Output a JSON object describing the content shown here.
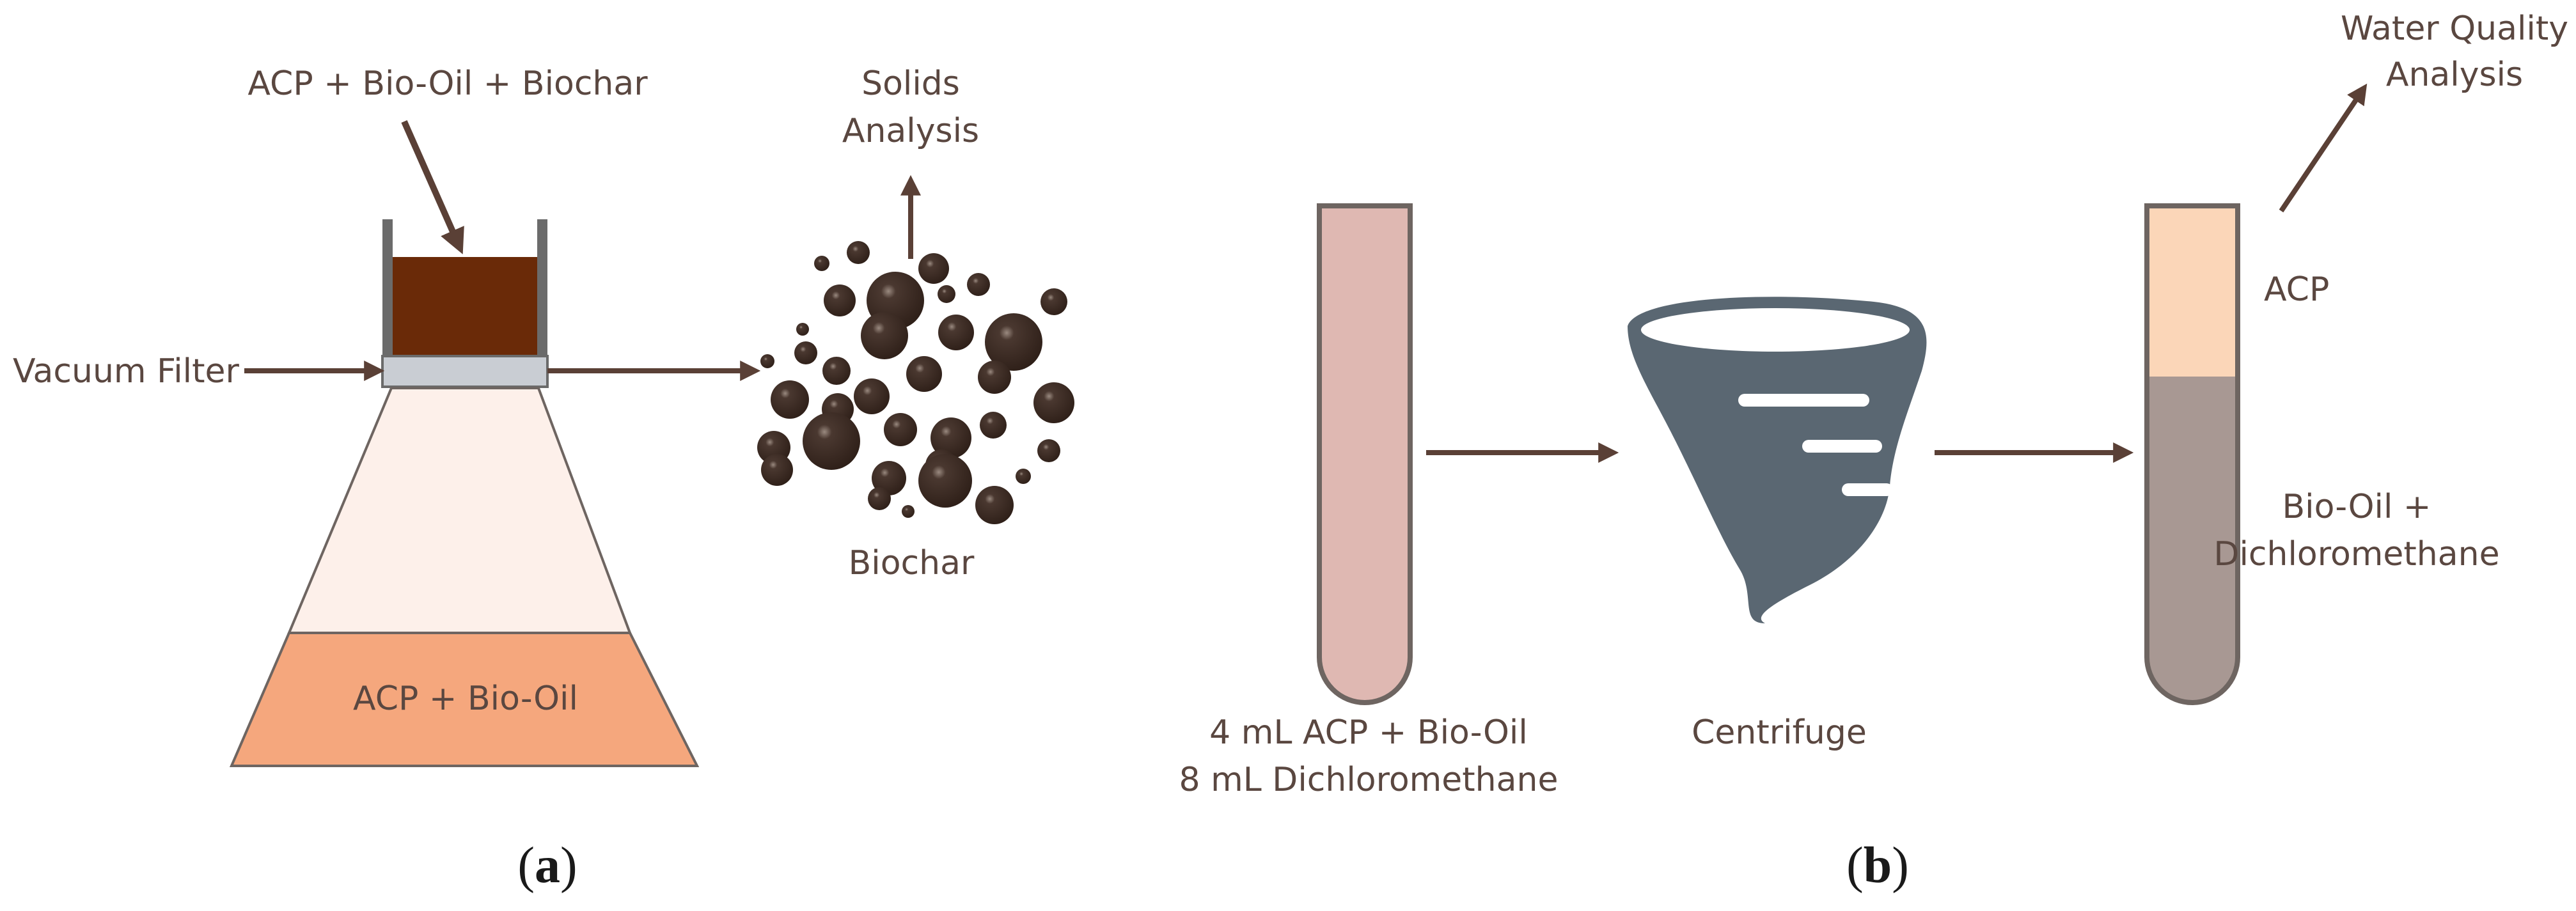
{
  "panel_a": {
    "label_open": "(",
    "label_letter": "a",
    "label_close": ")",
    "input_label": "ACP + Bio-Oil + Biochar",
    "vacuum_label": "Vacuum Filter",
    "flask_liquid_label": "ACP + Bio-Oil",
    "solids_label_line1": "Solids",
    "solids_label_line2": "Analysis",
    "biochar_label": "Biochar"
  },
  "panel_b": {
    "label_open": "(",
    "label_letter": "b",
    "label_close": ")",
    "tube1_line1": "4 mL ACP + Bio-Oil",
    "tube1_line2": "8 mL Dichloromethane",
    "centrifuge_label": "Centrifuge",
    "acp_label": "ACP",
    "bottom_layer_line1": "Bio-Oil +",
    "bottom_layer_line2": "Dichloromethane",
    "water_quality_line1": "Water Quality",
    "water_quality_line2": "Analysis"
  },
  "colors": {
    "text": "#5a4740",
    "arrow": "#5a4036",
    "filter_holder": "#6b6b6b",
    "filter_plate": "#c9cdd3",
    "biochar_cake": "#6a2a08",
    "flask_upper": "#fdf0ea",
    "flask_liquid": "#f5a77d",
    "biochar_particles": "#3b2a22",
    "tube_pink": "#dfb8b2",
    "tube_outline": "#6e6561",
    "centrifuge": "#5a6772",
    "acp_layer": "#fbd6b8",
    "oil_layer": "#a89893"
  }
}
